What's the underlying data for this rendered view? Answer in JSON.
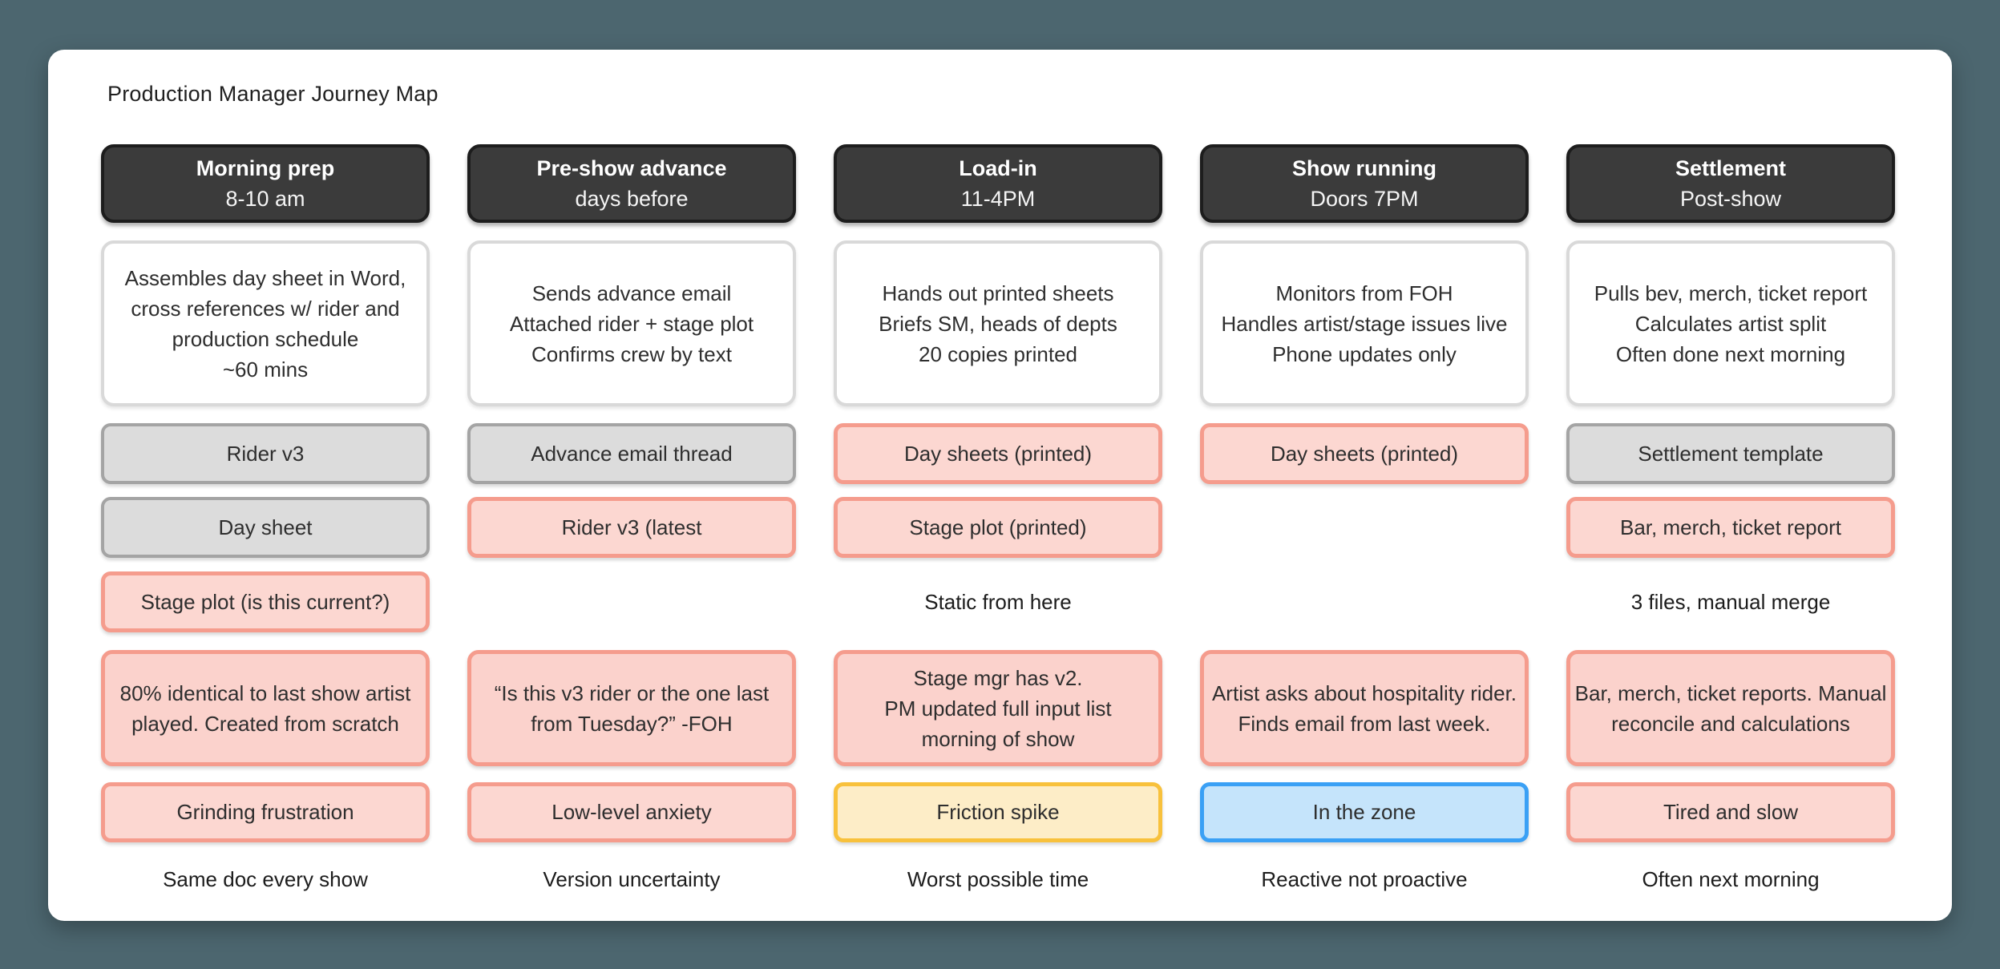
{
  "board": {
    "title": "Production Manager Journey Map"
  },
  "palette": {
    "page_background": "#4c666f",
    "board_background": "#ffffff",
    "stage_header_fill": "#3b3b3b",
    "stage_header_border": "#1d1d1d",
    "neutral_card_fill": "#dcdcdc",
    "neutral_card_border": "#a4a4a4",
    "pain_card_fill": "#fcd7d1",
    "pain_card_border": "#f59c8d",
    "warning_card_fill": "#fdedc7",
    "warning_card_border": "#f8c13c",
    "calm_card_fill": "#c5e4fb",
    "calm_card_border": "#3aa0f5"
  },
  "columns": [
    {
      "header": {
        "title": "Morning prep",
        "subtitle": "8-10 am"
      },
      "activity": "Assembles day sheet in Word,\ncross references w/ rider and\nproduction schedule\n~60 mins",
      "artifacts": [
        {
          "label": "Rider v3",
          "style": "gray"
        },
        {
          "label": "Day sheet",
          "style": "gray"
        },
        {
          "label": "Stage plot (is this current?)",
          "style": "pink"
        }
      ],
      "note": "",
      "quote": "80% identical to last show artist\nplayed. Created from scratch",
      "emotion": {
        "label": "Grinding frustration",
        "style": "pink"
      },
      "footer": "Same doc every show"
    },
    {
      "header": {
        "title": "Pre-show advance",
        "subtitle": "days before"
      },
      "activity": "Sends advance email\nAttached rider + stage plot\nConfirms crew by text",
      "artifacts": [
        {
          "label": "Advance email thread",
          "style": "gray"
        },
        {
          "label": "Rider v3 (latest",
          "style": "pink"
        }
      ],
      "note": "",
      "quote": "“Is this v3 rider or the one last\nfrom Tuesday?” -FOH",
      "emotion": {
        "label": "Low-level anxiety",
        "style": "pink"
      },
      "footer": "Version uncertainty"
    },
    {
      "header": {
        "title": "Load-in",
        "subtitle": "11-4PM"
      },
      "activity": "Hands out printed sheets\nBriefs SM, heads of depts\n20 copies printed",
      "artifacts": [
        {
          "label": "Day sheets (printed)",
          "style": "pink"
        },
        {
          "label": "Stage plot (printed)",
          "style": "pink"
        }
      ],
      "note": "Static from here",
      "quote": "Stage mgr has v2.\nPM updated full input list\nmorning of show",
      "emotion": {
        "label": "Friction spike",
        "style": "yellow"
      },
      "footer": "Worst possible time"
    },
    {
      "header": {
        "title": "Show running",
        "subtitle": "Doors 7PM"
      },
      "activity": "Monitors from FOH\nHandles artist/stage issues live\nPhone updates only",
      "artifacts": [
        {
          "label": "Day sheets (printed)",
          "style": "pink"
        }
      ],
      "note": "",
      "quote": "Artist asks about hospitality rider.\nFinds email from last week.",
      "emotion": {
        "label": "In the zone",
        "style": "blue"
      },
      "footer": "Reactive not proactive"
    },
    {
      "header": {
        "title": "Settlement",
        "subtitle": "Post-show"
      },
      "activity": "Pulls bev, merch, ticket report\nCalculates artist split\nOften done next morning",
      "artifacts": [
        {
          "label": "Settlement template",
          "style": "gray"
        },
        {
          "label": "Bar, merch, ticket report",
          "style": "pink"
        }
      ],
      "note": "3 files, manual merge",
      "quote": "Bar, merch, ticket reports. Manual\nreconcile and calculations",
      "emotion": {
        "label": "Tired and slow",
        "style": "pink"
      },
      "footer": "Often next morning"
    }
  ]
}
